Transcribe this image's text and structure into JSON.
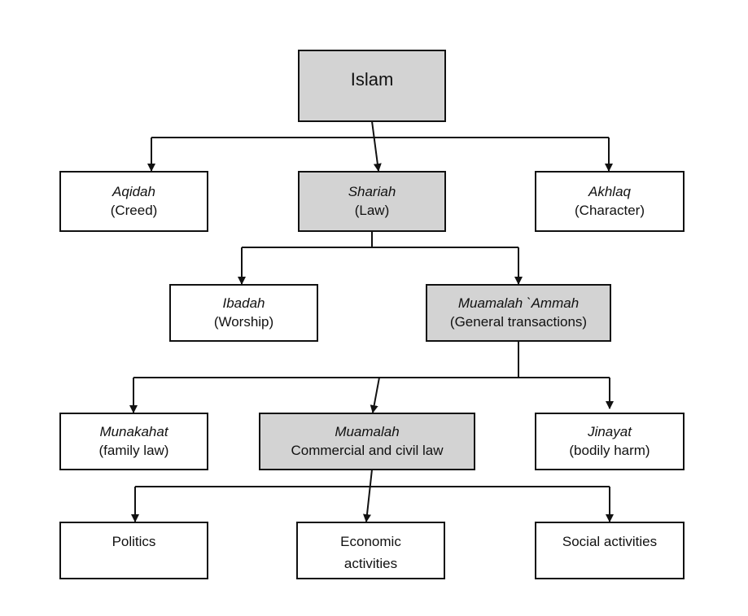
{
  "nodes": {
    "islam": {
      "title": "Islam",
      "sub": ""
    },
    "aqidah": {
      "title": "Aqidah",
      "sub": "(Creed)"
    },
    "shariah": {
      "title": "Shariah",
      "sub": "(Law)"
    },
    "akhlaq": {
      "title": "Akhlaq",
      "sub": "(Character)"
    },
    "ibadah": {
      "title": "Ibadah",
      "sub": "(Worship)"
    },
    "muamalah_ammah": {
      "title": "Muamalah `Ammah",
      "sub": "(General transactions)"
    },
    "munakahat": {
      "title": "Munakahat",
      "sub": "(family law)"
    },
    "muamalah": {
      "title": "Muamalah",
      "sub": "Commercial and civil law"
    },
    "jinayat": {
      "title": "Jinayat",
      "sub": "(bodily harm)"
    },
    "politics": {
      "line1": "Politics",
      "line2": ""
    },
    "economic": {
      "line1": "Economic",
      "line2": "activities"
    },
    "social": {
      "line1": "Social activities",
      "line2": ""
    }
  },
  "colors": {
    "highlight_fill": "#d3d3d3",
    "plain_fill": "#ffffff",
    "line": "#111111"
  }
}
